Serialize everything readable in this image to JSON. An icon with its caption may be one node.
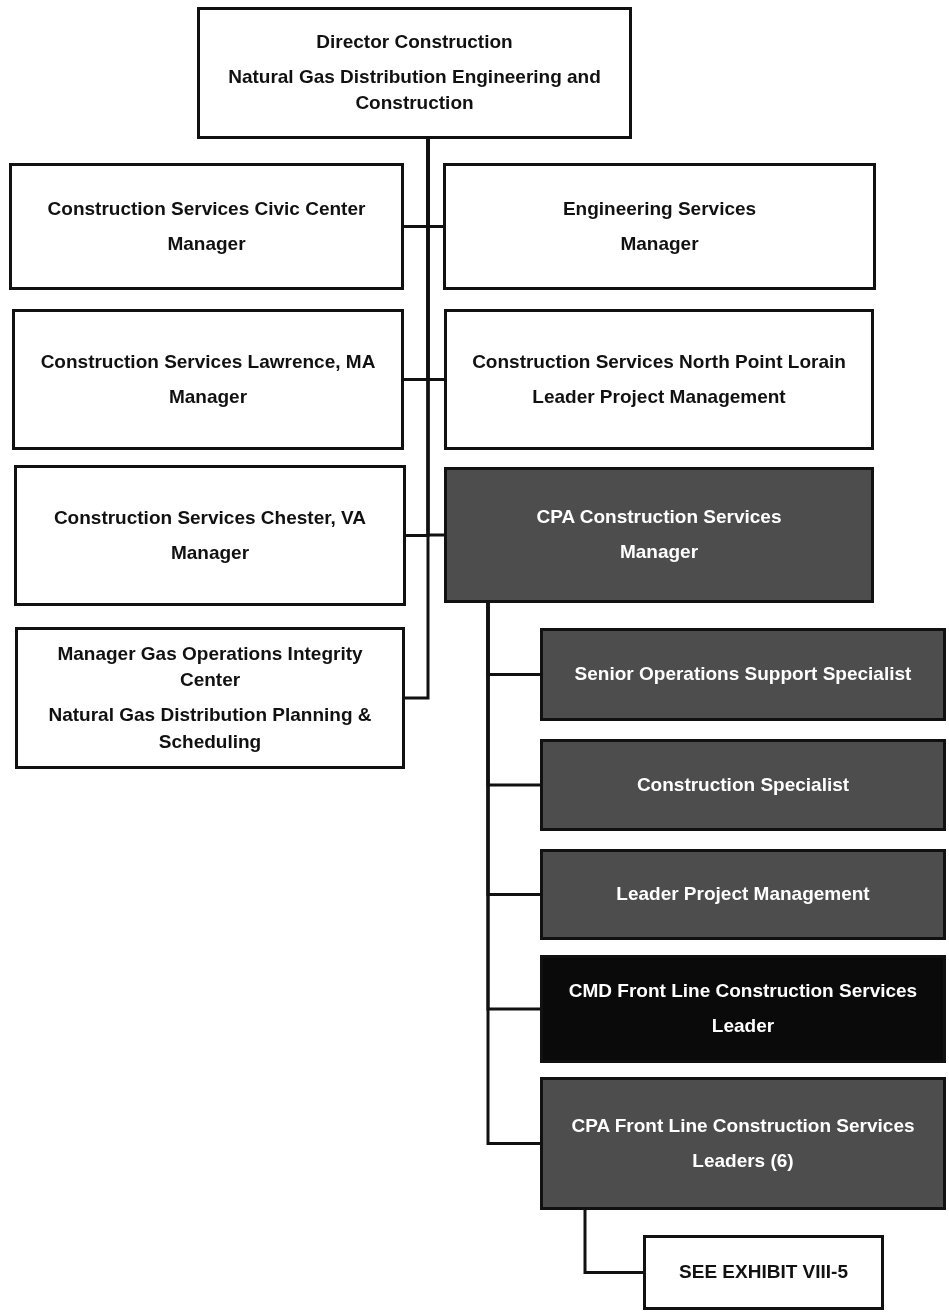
{
  "diagram": {
    "nodes": [
      {
        "text": [
          "Director Construction",
          "Natural Gas Distribution Engineering and Construction"
        ]
      },
      {
        "text": [
          "Construction Services Civic Center",
          "Manager"
        ]
      },
      {
        "text": [
          "Engineering Services",
          "Manager"
        ]
      },
      {
        "text": [
          "Construction Services Lawrence, MA",
          "Manager"
        ]
      },
      {
        "text": [
          "Construction Services North Point Lorain",
          "Leader Project Management"
        ]
      },
      {
        "text": [
          "Construction Services Chester, VA",
          "Manager"
        ]
      },
      {
        "text": [
          "CPA Construction Services",
          "Manager"
        ]
      },
      {
        "text": [
          "Manager Gas Operations Integrity Center",
          "Natural Gas Distribution Planning & Scheduling"
        ]
      },
      {
        "text": [
          "Senior Operations Support Specialist"
        ]
      },
      {
        "text": [
          "Construction Specialist"
        ]
      },
      {
        "text": [
          "Leader Project Management"
        ]
      },
      {
        "text": [
          "CMD Front Line Construction Services",
          "Leader"
        ]
      },
      {
        "text": [
          "CPA Front Line Construction Services",
          "Leaders (6)"
        ]
      },
      {
        "text": [
          "SEE EXHIBIT VIII-5"
        ]
      }
    ],
    "edges": [
      {
        "from": 0,
        "to": 1,
        "arrow": "none"
      },
      {
        "from": 0,
        "to": 2,
        "arrow": "none"
      },
      {
        "from": 0,
        "to": 3,
        "arrow": "none"
      },
      {
        "from": 0,
        "to": 4,
        "arrow": "none"
      },
      {
        "from": 0,
        "to": 5,
        "arrow": "none"
      },
      {
        "from": 0,
        "to": 6,
        "arrow": "none"
      },
      {
        "from": 0,
        "to": 7,
        "arrow": "none"
      },
      {
        "from": 6,
        "to": 8,
        "arrow": "none"
      },
      {
        "from": 6,
        "to": 9,
        "arrow": "none"
      },
      {
        "from": 6,
        "to": 10,
        "arrow": "none"
      },
      {
        "from": 6,
        "to": 11,
        "arrow": "none"
      },
      {
        "from": 6,
        "to": 12,
        "arrow": "none"
      },
      {
        "from": 12,
        "to": 13,
        "arrow": "none"
      }
    ]
  }
}
